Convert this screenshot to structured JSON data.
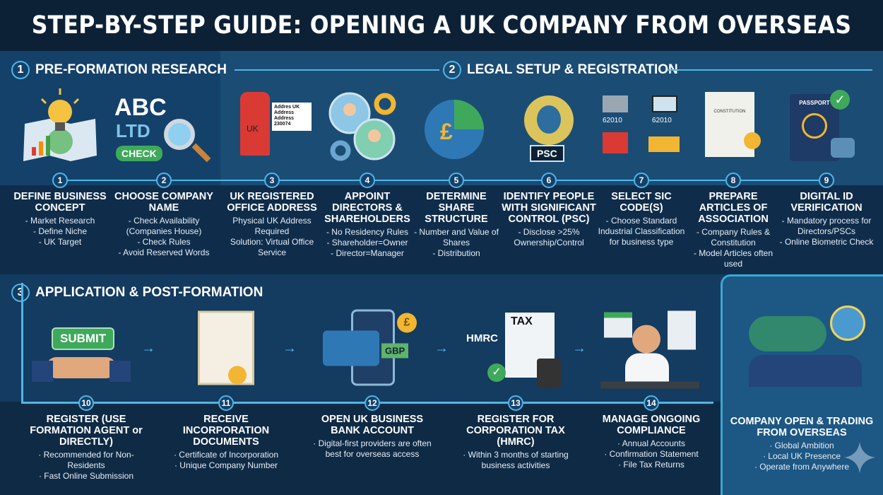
{
  "title": "STEP-BY-STEP GUIDE: OPENING A UK COMPANY FROM OVERSEAS",
  "sections": [
    {
      "num": "1",
      "label": "PRE-FORMATION RESEARCH"
    },
    {
      "num": "2",
      "label": "LEGAL SETUP & REGISTRATION"
    },
    {
      "num": "3",
      "label": "APPLICATION & POST-FORMATION"
    }
  ],
  "steps": [
    {
      "num": "1",
      "title": "DEFINE BUSINESS CONCEPT",
      "lines": [
        "- Market Research",
        "- Define Niche",
        "- UK Target"
      ],
      "icon": "lightbulb-map-icon"
    },
    {
      "num": "2",
      "title": "CHOOSE COMPANY NAME",
      "lines": [
        "- Check Availability (Companies House)",
        "- Check Rules",
        "- Avoid Reserved Words"
      ],
      "icon": "name-search-icon"
    },
    {
      "num": "3",
      "title": "UK REGISTERED OFFICE ADDRESS",
      "lines": [
        "Physical UK Address Required",
        "Solution: Virtual Office Service"
      ],
      "icon": "postbox-icon"
    },
    {
      "num": "4",
      "title": "APPOINT DIRECTORS & SHAREHOLDERS",
      "lines": [
        "- No Residency Rules",
        "- Shareholder=Owner",
        "- Director=Manager"
      ],
      "icon": "people-gears-icon"
    },
    {
      "num": "5",
      "title": "DETERMINE SHARE STRUCTURE",
      "lines": [
        "- Number and Value of Shares",
        "- Distribution"
      ],
      "icon": "pie-chart-icon"
    },
    {
      "num": "6",
      "title": "IDENTIFY PEOPLE WITH SIGNIFICANT CONTROL (PSC)",
      "lines": [
        "- Disclose >25% Ownership/Control"
      ],
      "icon": "spotlight-person-icon"
    },
    {
      "num": "7",
      "title": "SELECT SIC CODE(S)",
      "lines": [
        "- Choose Standard Industrial Classification for business type"
      ],
      "icon": "industry-icon"
    },
    {
      "num": "8",
      "title": "PREPARE ARTICLES OF ASSOCIATION",
      "lines": [
        "- Company Rules & Constitution",
        "- Model Articles often used"
      ],
      "icon": "document-seal-icon"
    },
    {
      "num": "9",
      "title": "DIGITAL ID VERIFICATION",
      "lines": [
        "- Mandatory process for Directors/PSCs",
        "- Online Biometric Check"
      ],
      "icon": "passport-icon"
    },
    {
      "num": "10",
      "title": "REGISTER (USE FORMATION AGENT or DIRECTLY)",
      "lines": [
        "· Recommended for Non-Residents",
        "· Fast Online Submission"
      ],
      "icon": "handshake-submit-icon"
    },
    {
      "num": "11",
      "title": "RECEIVE INCORPORATION DOCUMENTS",
      "lines": [
        "· Certificate of Incorporation",
        "· Unique Company Number"
      ],
      "icon": "certificate-icon"
    },
    {
      "num": "12",
      "title": "OPEN UK BUSINESS BANK ACCOUNT",
      "lines": [
        "· Digital-first providers are often best for overseas access"
      ],
      "icon": "bank-card-phone-icon"
    },
    {
      "num": "13",
      "title": "REGISTER FOR CORPORATION TAX (HMRC)",
      "lines": [
        "· Within 3 months of starting business activities"
      ],
      "icon": "tax-form-icon"
    },
    {
      "num": "14",
      "title": "MANAGE ONGOING COMPLIANCE",
      "lines": [
        "· Annual Accounts",
        "· Confirmation Statement",
        "· File Tax Returns"
      ],
      "icon": "office-worker-icon"
    }
  ],
  "final": {
    "title": "COMPANY OPEN & TRADING FROM OVERSEAS",
    "lines": [
      "· Global Ambition",
      "· Local UK Presence",
      "· Operate from Anywhere"
    ],
    "icon": "globe-team-icon"
  },
  "icon_text": {
    "abc": "ABC",
    "ltd": "LTD",
    "check": "CHECK",
    "uk": "UK",
    "address": "Addres UK Address Address 230074",
    "psc": "PSC",
    "sic1": "62010",
    "sic2": "62010",
    "constitution": "CONSTITUTION",
    "passport": "PASSPORT",
    "submit": "SUBMIT",
    "gbp": "GBP",
    "hmrc": "HMRC",
    "tax": "TAX",
    "pound": "£"
  },
  "colors": {
    "accent": "#4fb6e6",
    "navy": "#0d2136",
    "panel": "#1b4c74",
    "green": "#3fa95b",
    "red": "#d93a34",
    "gold": "#f2b632"
  }
}
